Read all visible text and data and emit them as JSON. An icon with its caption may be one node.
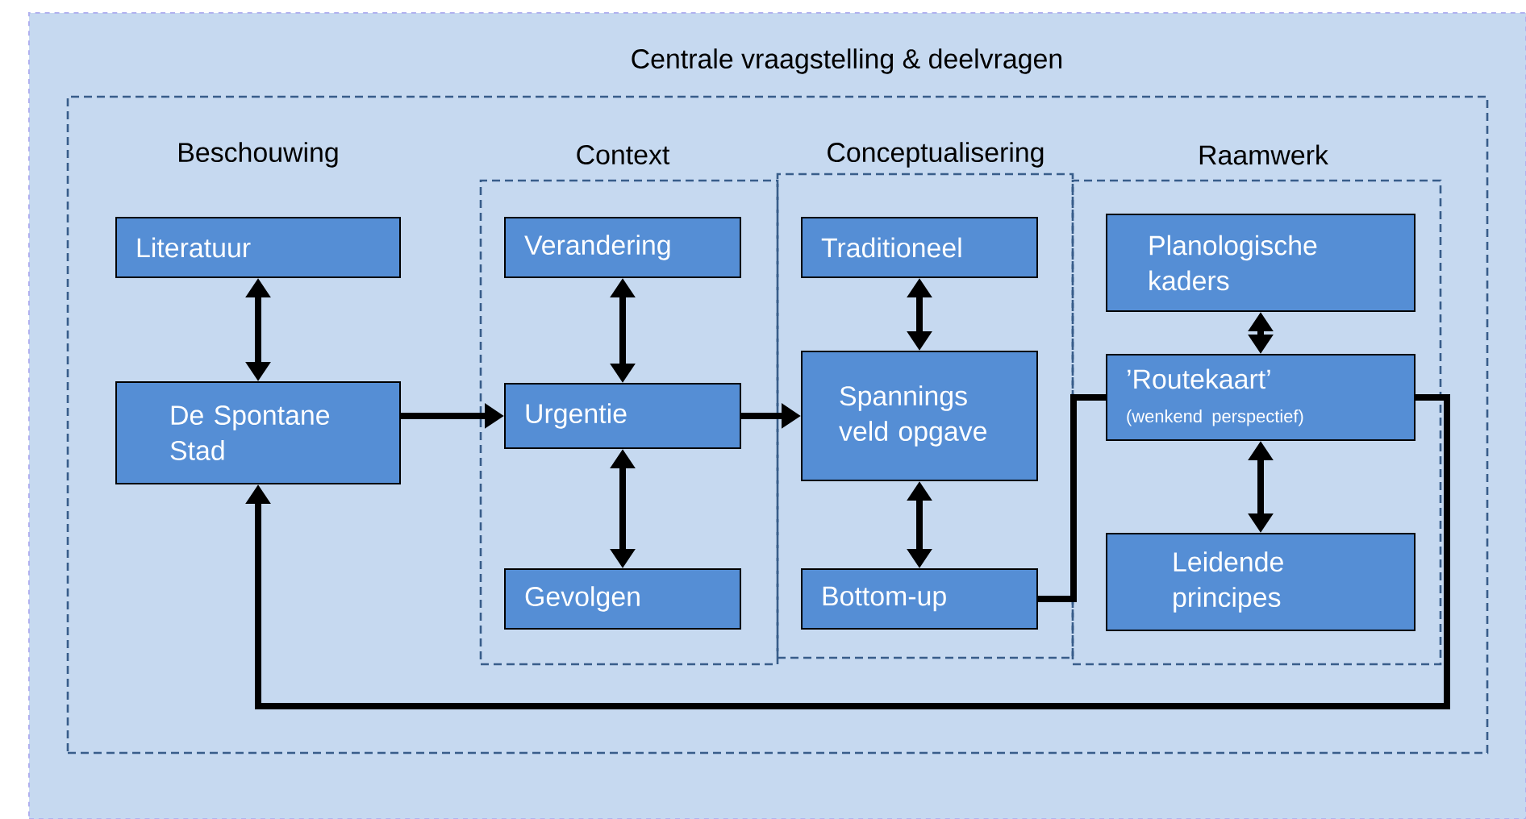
{
  "diagram": {
    "nodes": [
      {
        "text": [
          "Centrale vraagstelling & deelvragen"
        ]
      },
      {
        "text": [],
        "shape": "box",
        "in": 0
      },
      {
        "text": [
          "Context"
        ],
        "in": 1
      },
      {
        "text": [
          "Conceptualisering"
        ],
        "in": 1
      },
      {
        "text": [
          "Raamwerk"
        ],
        "in": 1
      },
      {
        "text": [
          "Literatuur"
        ],
        "in": 1
      },
      {
        "text": [
          "De Spontane Stad"
        ],
        "in": 1
      },
      {
        "text": [
          "Verandering"
        ],
        "in": 2
      },
      {
        "text": [
          "Urgentie"
        ],
        "in": 2
      },
      {
        "text": [
          "Gevolgen"
        ],
        "in": 2
      },
      {
        "text": [
          "Traditioneel"
        ],
        "in": 3
      },
      {
        "text": [
          "Spannings veld opgave"
        ],
        "in": 3
      },
      {
        "text": [
          "Bottom-up"
        ],
        "in": 3
      },
      {
        "text": [
          "Planologische kaders"
        ],
        "in": 4
      },
      {
        "text": [
          "’Routekaart’",
          "(wenkend perspectief)"
        ],
        "in": 4
      },
      {
        "text": [
          "Leidende principes"
        ],
        "in": 4
      }
    ],
    "edges": [
      {
        "from": 5,
        "to": 6,
        "arrow": "both"
      },
      {
        "from": 6,
        "to": 8,
        "arrow": "to"
      },
      {
        "from": 7,
        "to": 8,
        "arrow": "both"
      },
      {
        "from": 8,
        "to": 9,
        "arrow": "both"
      },
      {
        "from": 8,
        "to": 11,
        "arrow": "to"
      },
      {
        "from": 10,
        "to": 11,
        "arrow": "both"
      },
      {
        "from": 11,
        "to": 12,
        "arrow": "both"
      },
      {
        "from": 12,
        "to": 14,
        "arrow": "none"
      },
      {
        "from": 13,
        "to": 14,
        "arrow": "both"
      },
      {
        "from": 14,
        "to": 15,
        "arrow": "both"
      },
      {
        "from": 14,
        "to": 6,
        "arrow": "to"
      }
    ],
    "labels": [
      "Beschouwing"
    ]
  }
}
